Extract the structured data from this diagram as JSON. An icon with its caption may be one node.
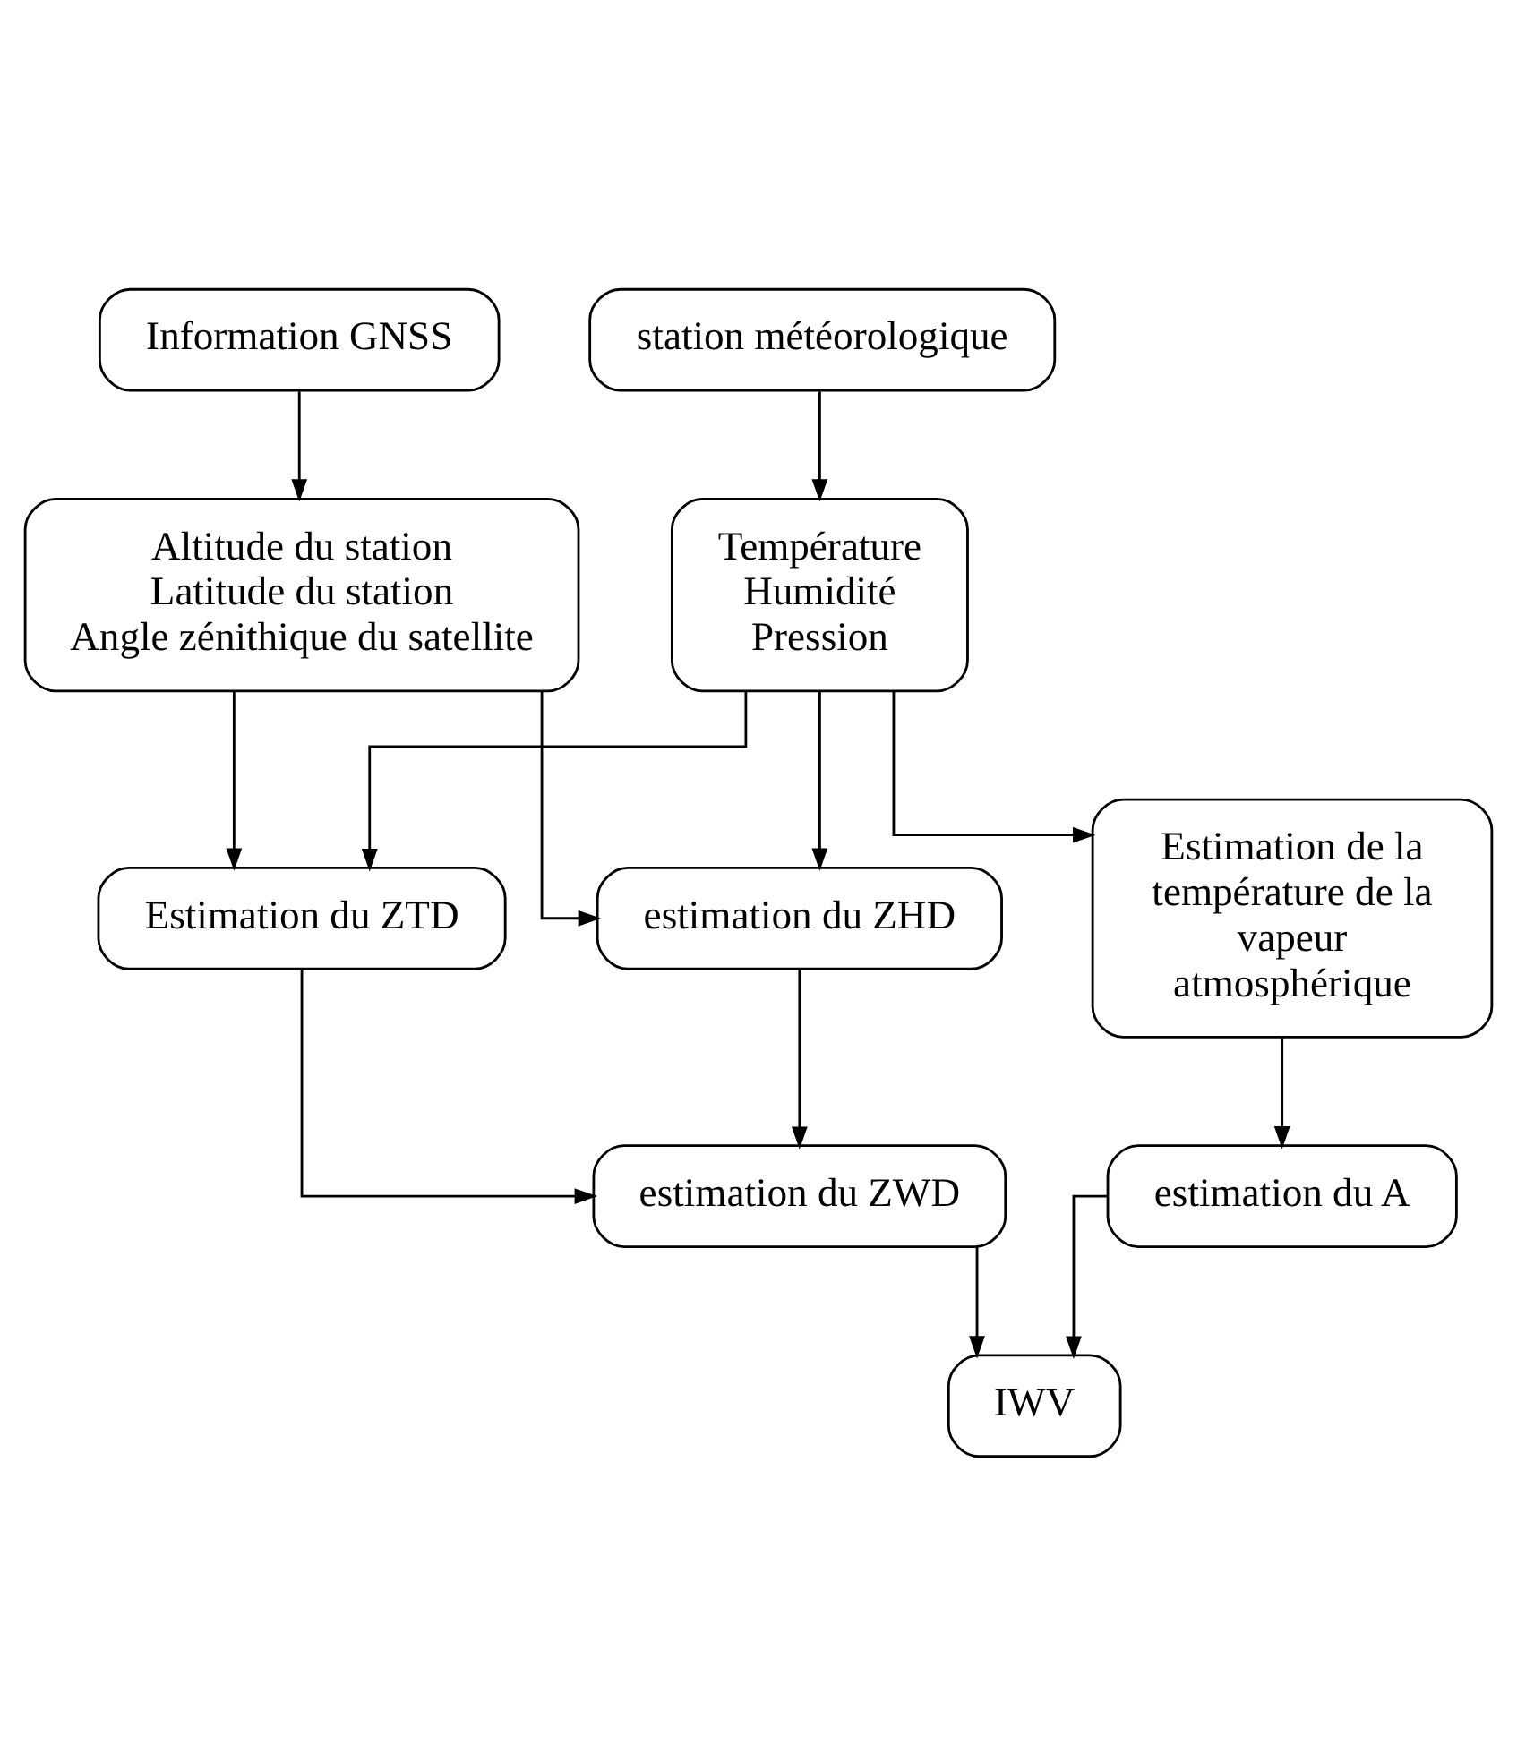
{
  "diagram": {
    "nodes": [
      {
        "text": [
          "Information GNSS"
        ]
      },
      {
        "text": [
          "station météorologique"
        ]
      },
      {
        "text": [
          "Altitude du station",
          "Latitude du station",
          "Angle zénithique du satellite"
        ]
      },
      {
        "text": [
          "Température",
          "Humidité",
          "Pression"
        ]
      },
      {
        "text": [
          "Estimation du ZTD"
        ]
      },
      {
        "text": [
          "estimation du ZHD"
        ]
      },
      {
        "text": [
          "Estimation de la température de la vapeur atmosphérique"
        ]
      },
      {
        "text": [
          "estimation du ZWD"
        ]
      },
      {
        "text": [
          "estimation du A"
        ]
      },
      {
        "text": [
          "IWV"
        ]
      }
    ],
    "edges": [
      {
        "from": 0,
        "to": 2,
        "arrow": "to"
      },
      {
        "from": 1,
        "to": 3,
        "arrow": "to"
      },
      {
        "from": 2,
        "to": 4,
        "arrow": "to"
      },
      {
        "from": 3,
        "to": 4,
        "arrow": "to"
      },
      {
        "from": 2,
        "to": 5,
        "arrow": "to"
      },
      {
        "from": 3,
        "to": 5,
        "arrow": "to"
      },
      {
        "from": 3,
        "to": 6,
        "arrow": "to"
      },
      {
        "from": 4,
        "to": 7,
        "arrow": "to"
      },
      {
        "from": 5,
        "to": 7,
        "arrow": "to"
      },
      {
        "from": 6,
        "to": 8,
        "arrow": "to"
      },
      {
        "from": 7,
        "to": 9,
        "arrow": "to"
      },
      {
        "from": 8,
        "to": 9,
        "arrow": "to"
      }
    ]
  }
}
